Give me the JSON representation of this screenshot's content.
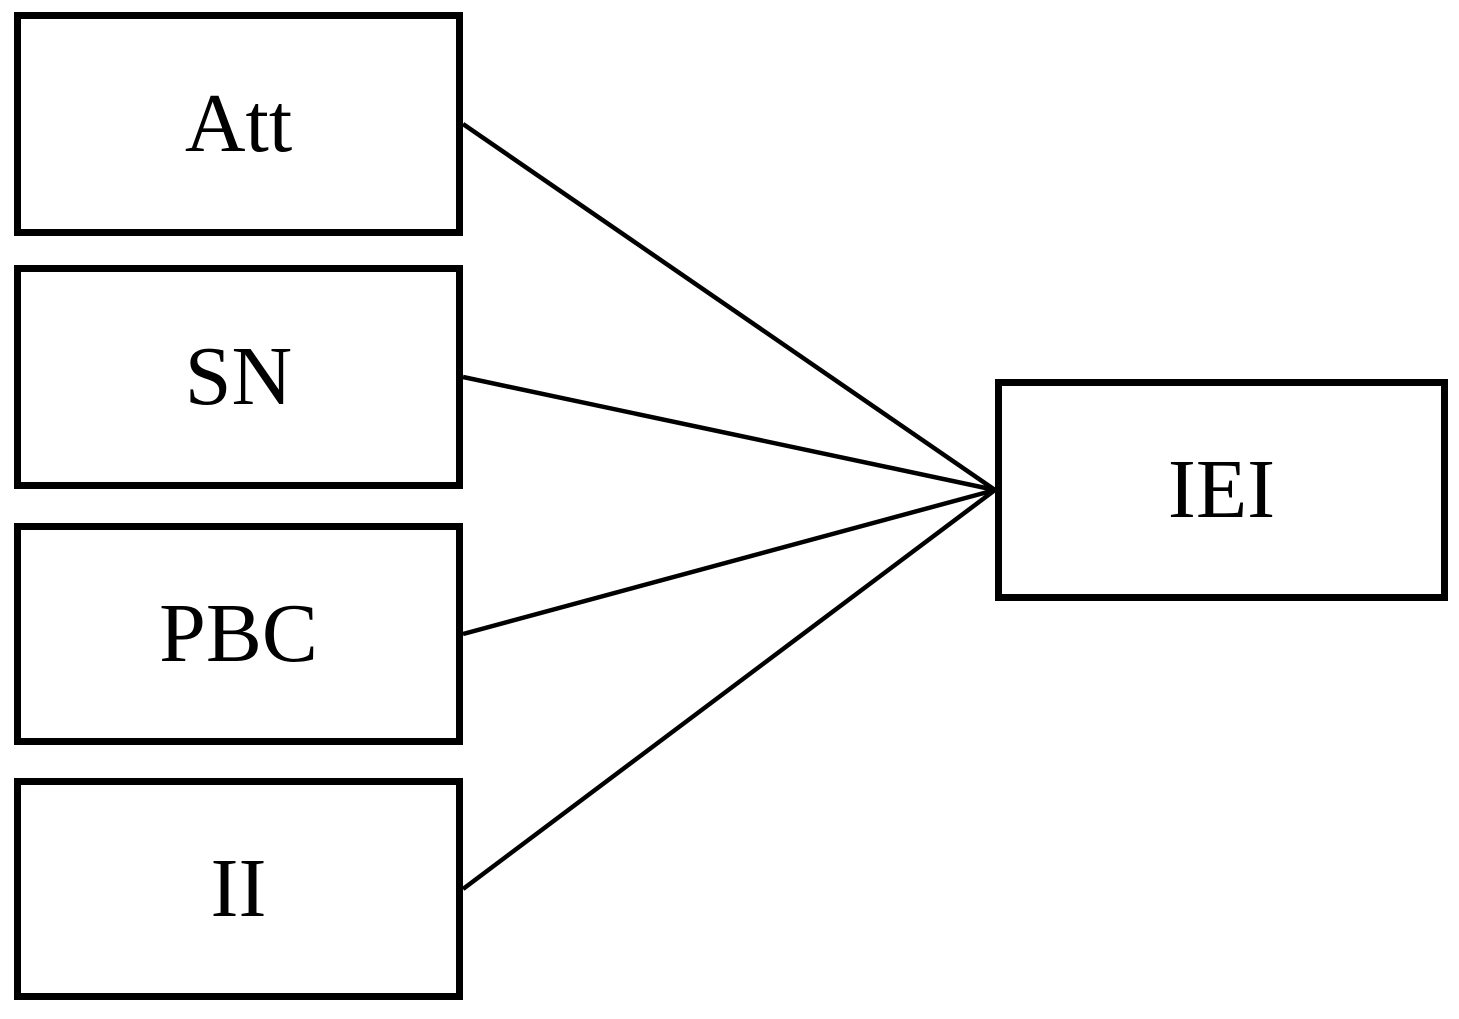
{
  "diagram": {
    "background_color": "#ffffff",
    "box_border_color": "#000000",
    "line_color": "#000000",
    "text_color": "#000000",
    "nodes": [
      {
        "id": "att",
        "label": "Att"
      },
      {
        "id": "sn",
        "label": "SN"
      },
      {
        "id": "pbc",
        "label": "PBC"
      },
      {
        "id": "ii",
        "label": "II"
      },
      {
        "id": "iei",
        "label": "IEI"
      }
    ],
    "edges": [
      {
        "from": "att",
        "to": "iei"
      },
      {
        "from": "sn",
        "to": "iei"
      },
      {
        "from": "pbc",
        "to": "iei"
      },
      {
        "from": "ii",
        "to": "iei"
      }
    ]
  }
}
